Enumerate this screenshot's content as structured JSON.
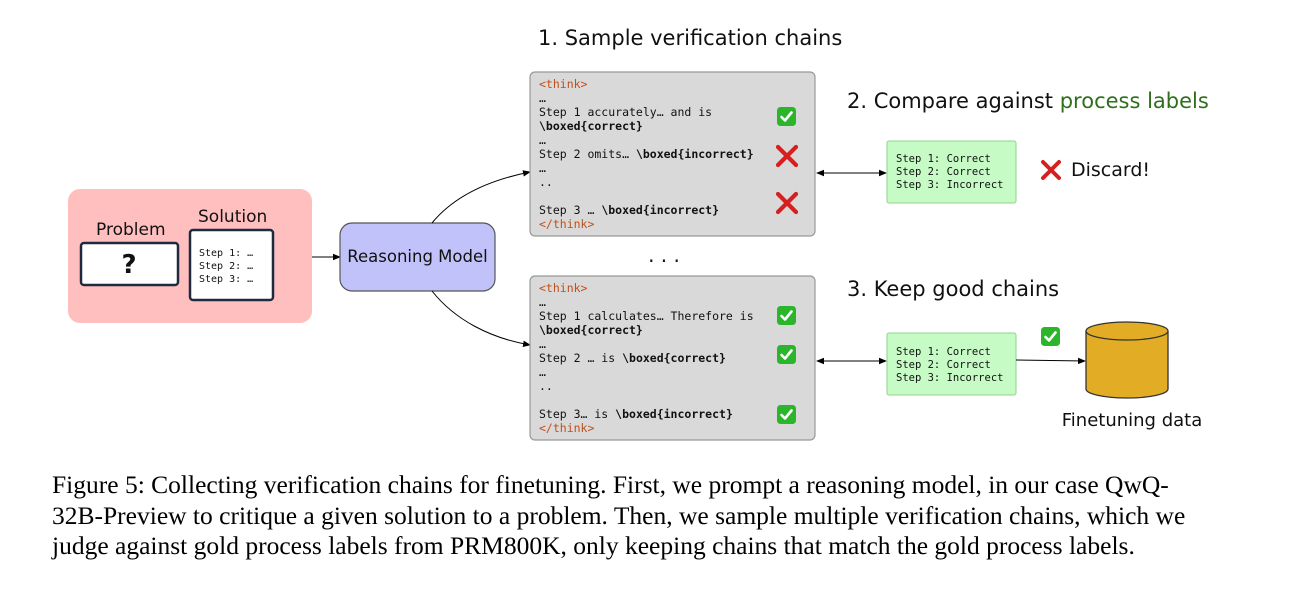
{
  "colors": {
    "input_panel": "#ffbfbf",
    "model_box": "#c2c2fb",
    "chain_panel": "#d9d9d9",
    "label_box": "#c6fbc6",
    "think_tag": "#c0501a",
    "process_labels_text": "#2e6f1c",
    "check": "#2bb52b",
    "cross": "#d61f1f",
    "cylinder": "#e2ac25"
  },
  "headings": {
    "step1": "1. Sample verification chains",
    "step2_prefix": "2. Compare against ",
    "step2_highlight": "process labels",
    "step3": "3. Keep good chains"
  },
  "input": {
    "problem_label": "Problem",
    "problem_symbol": "?",
    "solution_label": "Solution",
    "solution_lines": [
      "Step 1: …",
      "Step 2: …",
      "Step 3: …"
    ]
  },
  "model": {
    "label": "Reasoning Model"
  },
  "ellipsis": ". . .",
  "chain1": {
    "open_tag": "<think>",
    "dots1": "…",
    "s1_a": "Step 1 accurately… and is",
    "s1_b": "\\boxed{correct}",
    "dots2": "…",
    "s2_a": "Step 2 omits… ",
    "s2_b": "\\boxed{incorrect}",
    "dots3": "…",
    "dots4": "..",
    "s3_a": "Step 3 … ",
    "s3_b": "\\boxed{incorrect}",
    "close_tag": "</think>",
    "marks": [
      "check",
      "cross",
      "cross"
    ]
  },
  "chain2": {
    "open_tag": "<think>",
    "dots1": "…",
    "s1_a": "Step 1 calculates… Therefore is",
    "s1_b": "\\boxed{correct}",
    "dots2": "…",
    "s2_a": "Step 2 … is ",
    "s2_b": "\\boxed{correct}",
    "dots3": "…",
    "dots4": "..",
    "s3_a": "Step 3… is ",
    "s3_b": "\\boxed{incorrect}",
    "close_tag": "</think>",
    "marks": [
      "check",
      "check",
      "check"
    ]
  },
  "labels_top": [
    "Step 1: Correct",
    "Step 2: Correct",
    "Step 3: Incorrect"
  ],
  "labels_bottom": [
    "Step 1: Correct",
    "Step 2: Correct",
    "Step 3: Incorrect"
  ],
  "discard": "Discard!",
  "finetuning": "Finetuning data",
  "icons": {
    "check": "check-mark-icon",
    "cross": "cross-mark-icon",
    "database": "database-cylinder-icon"
  },
  "caption": {
    "line1": "Figure 5: Collecting verification chains for finetuning. First, we prompt a reasoning model, in our case QwQ-",
    "line2": "32B-Preview to critique a given solution to a problem. Then, we sample multiple verification chains, which we",
    "line3": "judge against gold process labels from PRM800K, only keeping chains that match the gold process labels."
  }
}
